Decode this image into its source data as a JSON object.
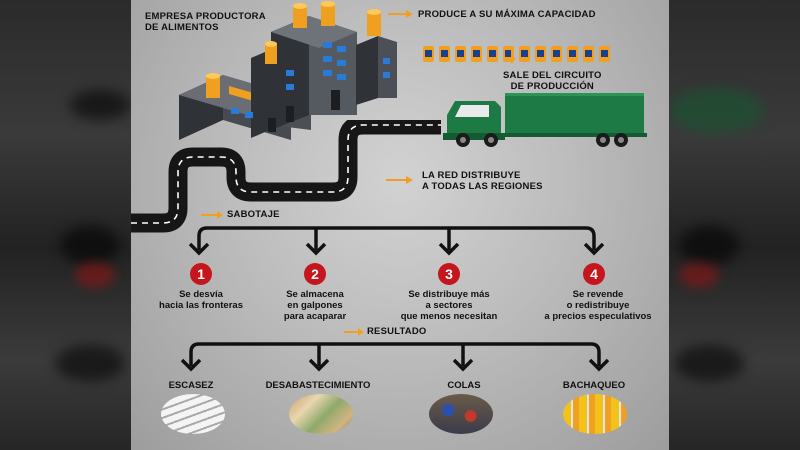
{
  "labels": {
    "factory": "EMPRESA PRODUCTORA\nDE ALIMENTOS",
    "capacity": "PRODUCE A SU MÁXIMA CAPACIDAD",
    "truck": "SALE DEL CIRCUITO\nDE PRODUCCIÓN",
    "distribution": "LA RED DISTRIBUYE\nA TODAS LAS REGIONES",
    "sabotage": "SABOTAJE",
    "result": "RESULTADO"
  },
  "steps": [
    {
      "number": "1",
      "text": "Se desvía\nhacia las fronteras"
    },
    {
      "number": "2",
      "text": "Se almacena\nen galpones\npara acaparar"
    },
    {
      "number": "3",
      "text": "Se distribuye más\na sectores\nque menos necesitan"
    },
    {
      "number": "4",
      "text": "Se revende\no redistribuye\na precios especulativos"
    }
  ],
  "results": [
    {
      "label": "ESCASEZ"
    },
    {
      "label": "DESABASTECIMIENTO"
    },
    {
      "label": "COLAS"
    },
    {
      "label": "BACHAQUEO"
    }
  ],
  "colors": {
    "accent_orange": "#f0a020",
    "step_red": "#c4161c",
    "truck_green": "#1d7a45",
    "building": "#3e4146"
  },
  "icons": [
    "factory-icon",
    "truck-icon",
    "road-icon",
    "product-icon",
    "arrow-icon"
  ]
}
